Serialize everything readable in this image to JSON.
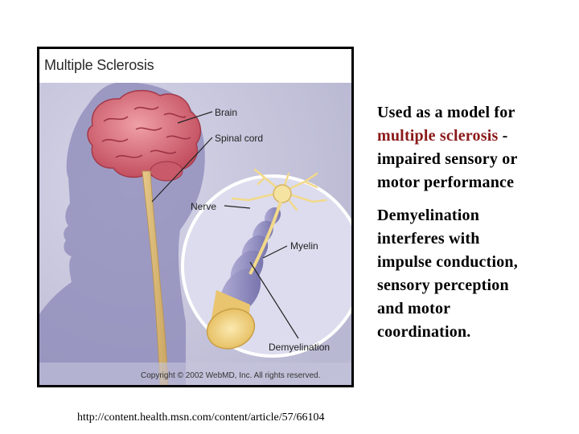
{
  "figure": {
    "title": "Multiple Sclerosis",
    "labels": {
      "brain": "Brain",
      "spinal_cord": "Spinal cord",
      "nerve": "Nerve",
      "myelin": "Myelin",
      "demyelination": "Demyelination"
    },
    "copyright": "Copyright © 2002 WebMD, Inc. All rights reserved."
  },
  "text": {
    "block1": {
      "line1": "Used as a model for",
      "line2_accent": "multiple sclerosis",
      "line2_rest": " -",
      "line3": "impaired sensory or",
      "line4": "motor performance"
    },
    "block2": {
      "line1": "Demyelination",
      "line2": "interferes with",
      "line3": "impulse conduction,",
      "line4": "sensory perception",
      "line5": "and motor",
      "line6": "coordination."
    }
  },
  "source_url": "http://content.health.msn.com/content/article/57/66104",
  "colors": {
    "accent": "#8b1a1a",
    "figure_background": "#c9c8de",
    "brain": "#d96a78",
    "myelin": "#f0d98c"
  }
}
